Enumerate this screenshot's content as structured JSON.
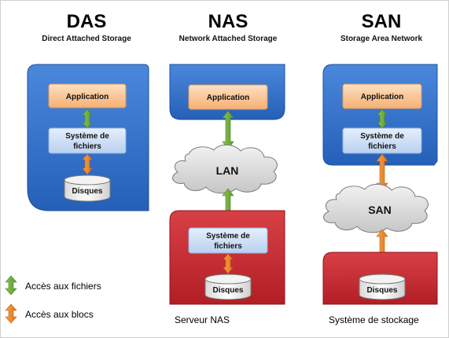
{
  "das": {
    "title": "DAS",
    "subtitle": "Direct Attached Storage",
    "application": "Application",
    "filesystem_line1": "Système de",
    "filesystem_line2": "fichiers",
    "disks": "Disques"
  },
  "nas": {
    "title": "NAS",
    "subtitle": "Network Attached Storage",
    "application": "Application",
    "network": "LAN",
    "filesystem_line1": "Système de",
    "filesystem_line2": "fichiers",
    "disks": "Disques",
    "caption": "Serveur NAS"
  },
  "san": {
    "title": "SAN",
    "subtitle": "Storage Area Network",
    "application": "Application",
    "filesystem_line1": "Système de",
    "filesystem_line2": "fichiers",
    "network": "SAN",
    "disks": "Disques",
    "caption": "Système de stockage"
  },
  "legend": {
    "file_access": "Accès aux fichiers",
    "block_access": "Accès aux blocs"
  },
  "colors": {
    "blue_panel": "#2f6fc8",
    "red_panel": "#c8262c",
    "application_box": "#f9c08a",
    "filesystem_box": "#cfe0f7",
    "file_arrow": "#6aa83a",
    "block_arrow": "#e8822a",
    "cloud": "#d4d4d4"
  }
}
